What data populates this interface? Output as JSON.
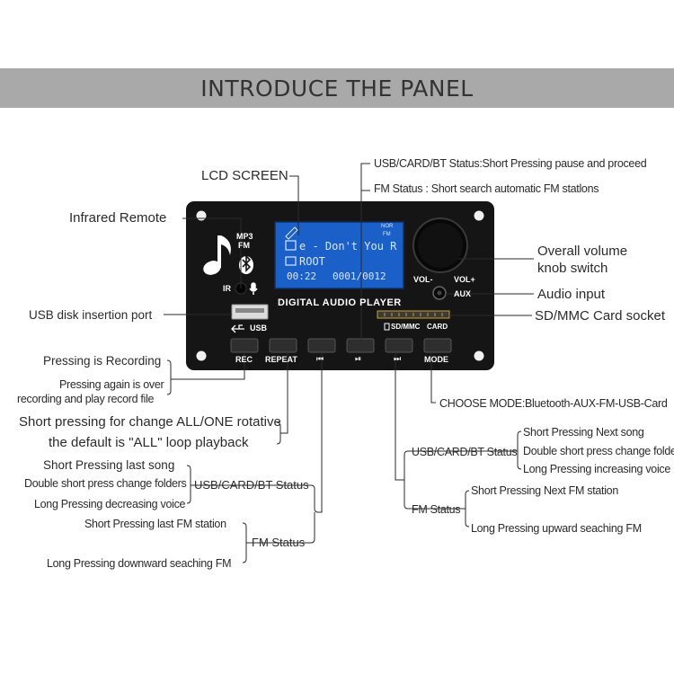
{
  "title": "INTRODUCE THE PANEL",
  "panel": {
    "screen_lines": [
      "e - Don't You R",
      "ROOT",
      "00:22",
      "0001/0012"
    ],
    "screen_badges": [
      "NOR",
      "FM"
    ],
    "mp3_label": "MP3",
    "fm_label": "FM",
    "ir_label": "IR",
    "brand_text": "DIGITAL AUDIO PLAYER",
    "vol_minus": "VOL-",
    "vol_plus": "VOL+",
    "aux_label": "AUX",
    "usb_label": "USB",
    "sd_label": "SD/MMC",
    "card_label": "CARD",
    "buttons": [
      "REC",
      "REPEAT",
      "⏮",
      "⏯",
      "⏭",
      "MODE"
    ],
    "colors": {
      "panel": "#151515",
      "screen": "#1a60c8",
      "screen_text": "#d8e6ff",
      "line": "#2a2a2a"
    }
  },
  "annotations": {
    "lcd_screen": "LCD SCREEN",
    "infrared_remote": "Infrared Remote",
    "usb_bt_status": "USB/CARD/BT Status:Short Pressing pause and proceed",
    "fm_status_search": "FM Status : Short search automatic FM statlons",
    "overall_volume_1": "Overall volume",
    "overall_volume_2": "knob switch",
    "audio_input": "Audio input",
    "sd_socket": "SD/MMC Card socket",
    "usb_disk_port": "USB disk insertion port",
    "pressing_recording": "Pressing is Recording",
    "pressing_again_1": "Pressing again is over",
    "pressing_again_2": "recording and play record file",
    "choose_mode": "CHOOSE MODE:Bluetooth-AUX-FM-USB-Card",
    "repeat_1": "Short pressing for change ALL/ONE rotative",
    "repeat_2": "the default is \"ALL\" loop playback",
    "next_usb_status": "USB/CARD/BT Status",
    "next_short": "Short Pressing Next song",
    "next_double": "Double short press change folders",
    "next_long": "Long Pressing increasing voice",
    "prev_short": "Short Pressing last song",
    "prev_double": "Double short press change folders",
    "prev_long": "Long Pressing decreasing voice",
    "prev_usb_status": "USB/CARD/BT Status",
    "next_fm_status": "FM Status",
    "next_fm_short": "Short Pressing Next FM station",
    "next_fm_long": "Long Pressing upward seaching FM",
    "prev_fm_short": "Short Pressing last FM station",
    "prev_fm_status": "FM Status",
    "prev_fm_long": "Long Pressing downward seaching FM"
  }
}
